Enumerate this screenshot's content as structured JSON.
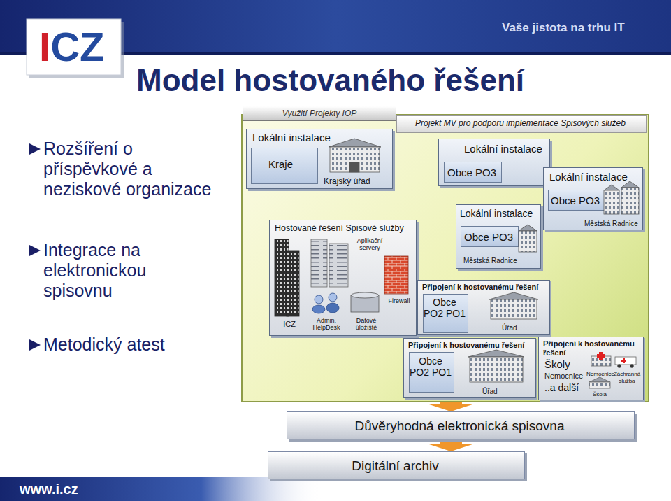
{
  "diagram": {
    "title": "Model hostovaného řešení",
    "nodes": [
      {
        "text": [
          "Využití Projekty IOP"
        ]
      },
      {
        "text": [
          "Projekt MV pro podporu implementace Spisových služeb"
        ],
        "in": 0
      },
      {
        "text": [
          "Lokální instalace",
          "Krajský úřad"
        ],
        "in": 0
      },
      {
        "text": [
          "Kraje"
        ],
        "in": 2
      },
      {
        "text": [
          "Hostované řešení Spisové služby",
          "ICZ",
          "Aplikační servery",
          "Admin. HelpDesk",
          "Datové úložiště",
          "Firewall"
        ],
        "in": 0
      },
      {
        "text": [
          "Lokální instalace"
        ],
        "in": 0
      },
      {
        "text": [
          "Obce PO3"
        ],
        "in": 5
      },
      {
        "text": [
          "Lokální instalace",
          "Městská Radnice"
        ],
        "in": 0
      },
      {
        "text": [
          "Obce PO3"
        ],
        "in": 7
      },
      {
        "text": [
          "Lokální instalace",
          "Městská Radnice"
        ],
        "in": 0
      },
      {
        "text": [
          "Obce PO3"
        ],
        "in": 9
      },
      {
        "text": [
          "Připojení k hostovanému řešení",
          "Úřad"
        ],
        "in": 0
      },
      {
        "text": [
          "Obce PO2 PO1"
        ],
        "in": 11
      },
      {
        "text": [
          "Připojení k hostovanému řešení",
          "Úřad"
        ],
        "in": 0
      },
      {
        "text": [
          "Obce PO2 PO1"
        ],
        "in": 13
      },
      {
        "text": [
          "Připojení k hostovanému řešení",
          "Školy",
          "Nemocnice",
          "..a další",
          "Nemocnice",
          "Záchranná služba",
          "Škola"
        ],
        "in": 0
      },
      {
        "text": [
          "Důvěryhodná elektronická spisovna"
        ]
      },
      {
        "text": [
          "Digitální archiv"
        ]
      }
    ],
    "edges": [
      {
        "from": 0,
        "to": 16,
        "arrow": "to"
      },
      {
        "from": 16,
        "to": 17,
        "arrow": "to"
      }
    ],
    "labels": [
      "Vaše jistota na trhu IT",
      "ICZ",
      "Rozšíření o příspěvkové a neziskové organizace",
      "Integrace na elektronickou spisovnu",
      "Metodický atest",
      "www.i.cz"
    ]
  }
}
